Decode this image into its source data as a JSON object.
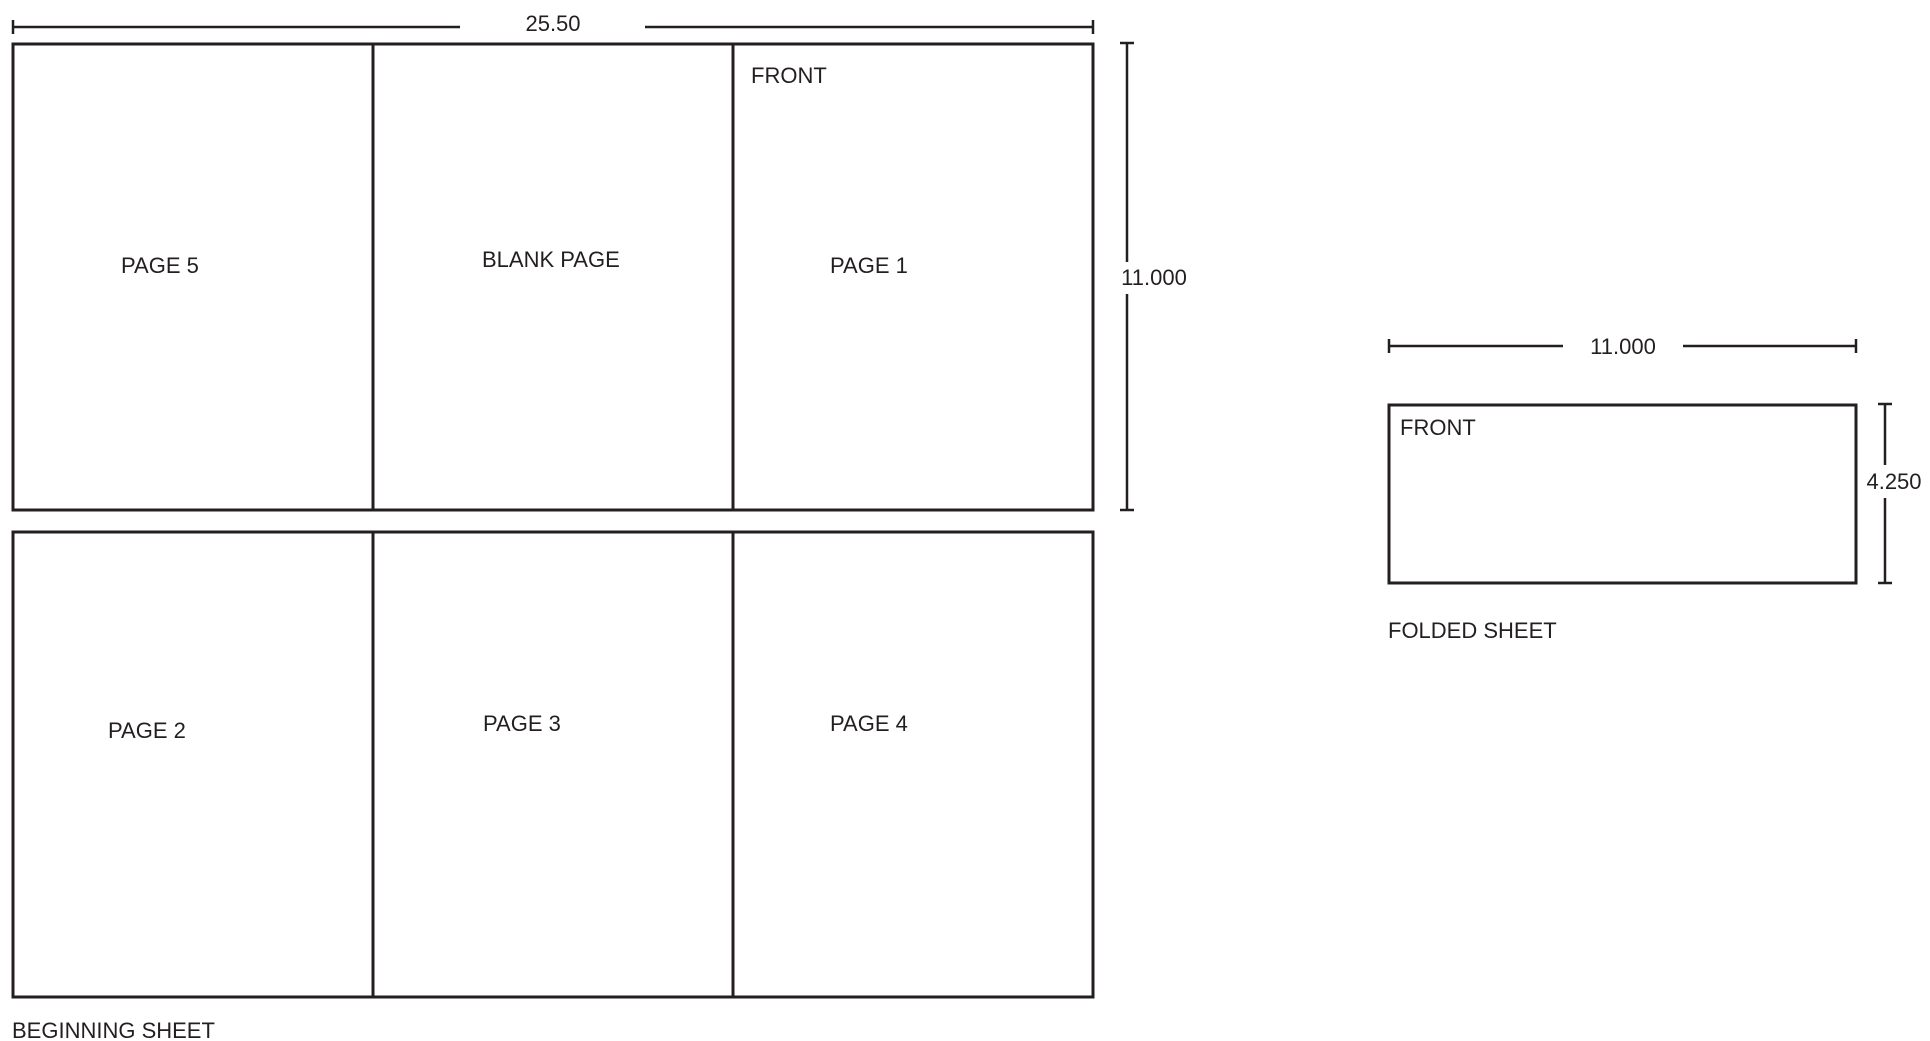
{
  "beginning_sheet": {
    "caption": "BEGINNING SHEET",
    "width_dimension": "25.50",
    "height_dimension": "11.000",
    "front_label": "FRONT",
    "top_row": [
      "PAGE 5",
      "BLANK PAGE",
      "PAGE 1"
    ],
    "bottom_row": [
      "PAGE 2",
      "PAGE 3",
      "PAGE 4"
    ]
  },
  "folded_sheet": {
    "caption": "FOLDED SHEET",
    "width_dimension": "11.000",
    "height_dimension": "4.250",
    "front_label": "FRONT"
  },
  "colors": {
    "line": "#231f20",
    "background": "#ffffff"
  }
}
